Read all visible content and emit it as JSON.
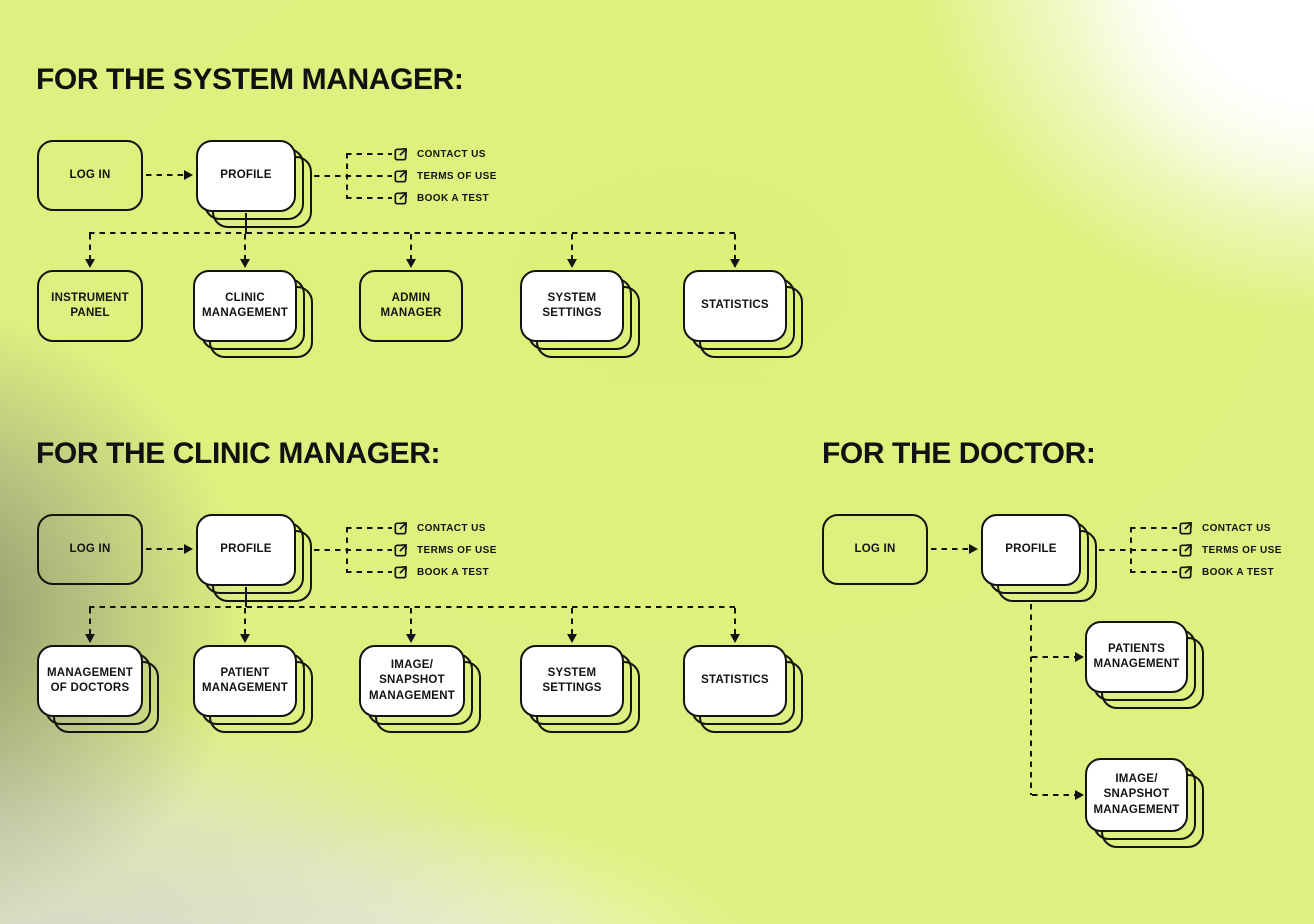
{
  "colors": {
    "background_green": "#def180",
    "background_gray": "#9fa292",
    "background_white": "#ffffff",
    "card_fill": "#ffffff",
    "outline_black": "#131313"
  },
  "sections": [
    {
      "id": "system-manager",
      "heading": "FOR THE SYSTEM MANAGER:",
      "login": {
        "label": "LOG IN"
      },
      "profile": {
        "label": "PROFILE"
      },
      "external_links": [
        {
          "label": "CONTACT US",
          "icon": "external-link-icon"
        },
        {
          "label": "TERMS OF USE",
          "icon": "external-link-icon"
        },
        {
          "label": "BOOK A TEST",
          "icon": "external-link-icon"
        }
      ],
      "children": [
        {
          "label": "INSTRUMENT PANEL",
          "style": "plain"
        },
        {
          "label": "CLINIC MANAGEMENT",
          "style": "stacked"
        },
        {
          "label": "ADMIN MANAGER",
          "style": "plain"
        },
        {
          "label": "SYSTEM SETTINGS",
          "style": "stacked"
        },
        {
          "label": "STATISTICS",
          "style": "stacked"
        }
      ]
    },
    {
      "id": "clinic-manager",
      "heading": "FOR THE CLINIC MANAGER:",
      "login": {
        "label": "LOG IN"
      },
      "profile": {
        "label": "PROFILE"
      },
      "external_links": [
        {
          "label": "CONTACT US",
          "icon": "external-link-icon"
        },
        {
          "label": "TERMS OF USE",
          "icon": "external-link-icon"
        },
        {
          "label": "BOOK A TEST",
          "icon": "external-link-icon"
        }
      ],
      "children": [
        {
          "label": "MANAGEMENT OF DOCTORS",
          "style": "stacked"
        },
        {
          "label": "PATIENT MANAGEMENT",
          "style": "stacked"
        },
        {
          "label": "IMAGE/ SNAPSHOT MANAGEMENT",
          "style": "stacked"
        },
        {
          "label": "SYSTEM SETTINGS",
          "style": "stacked"
        },
        {
          "label": "STATISTICS",
          "style": "stacked"
        }
      ]
    },
    {
      "id": "doctor",
      "heading": "FOR THE DOCTOR:",
      "login": {
        "label": "LOG IN"
      },
      "profile": {
        "label": "PROFILE"
      },
      "external_links": [
        {
          "label": "CONTACT US",
          "icon": "external-link-icon"
        },
        {
          "label": "TERMS OF USE",
          "icon": "external-link-icon"
        },
        {
          "label": "BOOK A TEST",
          "icon": "external-link-icon"
        }
      ],
      "children": [
        {
          "label": "PATIENTS MANAGEMENT",
          "style": "stacked"
        },
        {
          "label": "IMAGE/ SNAPSHOT MANAGEMENT",
          "style": "stacked"
        }
      ]
    }
  ]
}
